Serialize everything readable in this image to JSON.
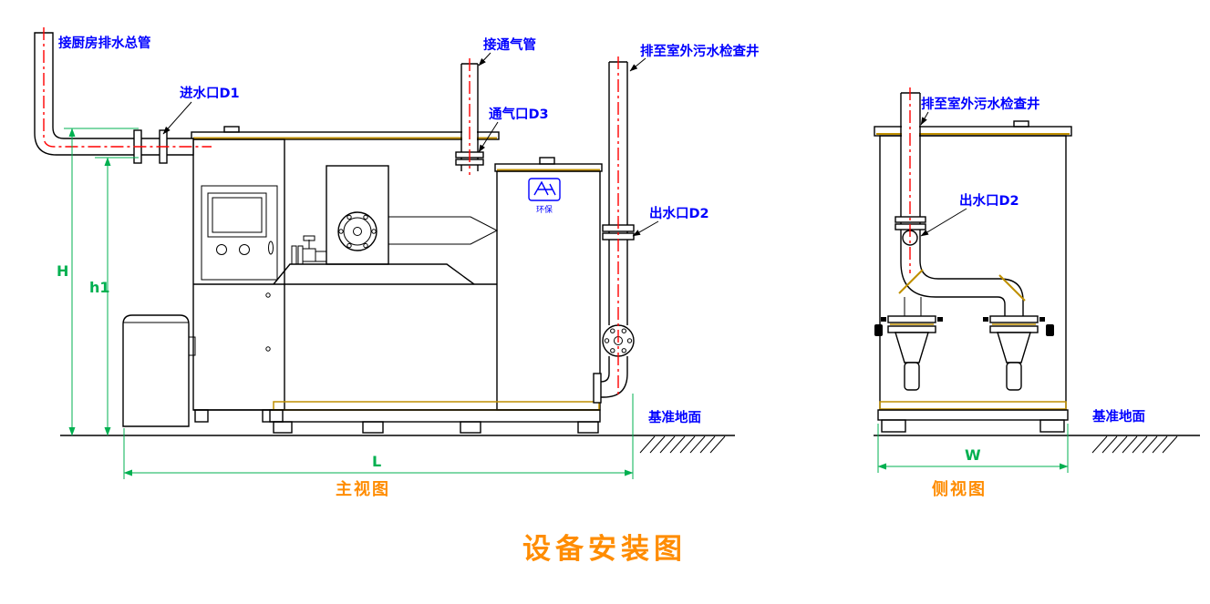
{
  "title": "设备安装图",
  "front_view": {
    "caption": "主视图",
    "labels": {
      "kitchen_drain_main": "接厨房排水总管",
      "inlet_d1": "进水口D1",
      "vent_connection": "接通气管",
      "vent_port_d3": "通气口D3",
      "discharge_to_well": "排至室外污水检查井",
      "outlet_d2": "出水口D2",
      "datum_ground": "基准地面"
    },
    "dimensions": {
      "height_total": "H",
      "height_inlet": "h1",
      "length": "L"
    }
  },
  "side_view": {
    "caption": "侧视图",
    "labels": {
      "discharge_to_well": "排至室外污水检查井",
      "outlet_d2": "出水口D2",
      "datum_ground": "基准地面"
    },
    "dimensions": {
      "width": "W"
    }
  },
  "equipment_logo_text": "环保",
  "colors": {
    "label_blue": "#0000ff",
    "dimension_green": "#00b050",
    "caption_orange": "#ff8c00",
    "centerline_red": "#ff0000",
    "accent_gold": "#bf8f00",
    "line_black": "#000000"
  }
}
